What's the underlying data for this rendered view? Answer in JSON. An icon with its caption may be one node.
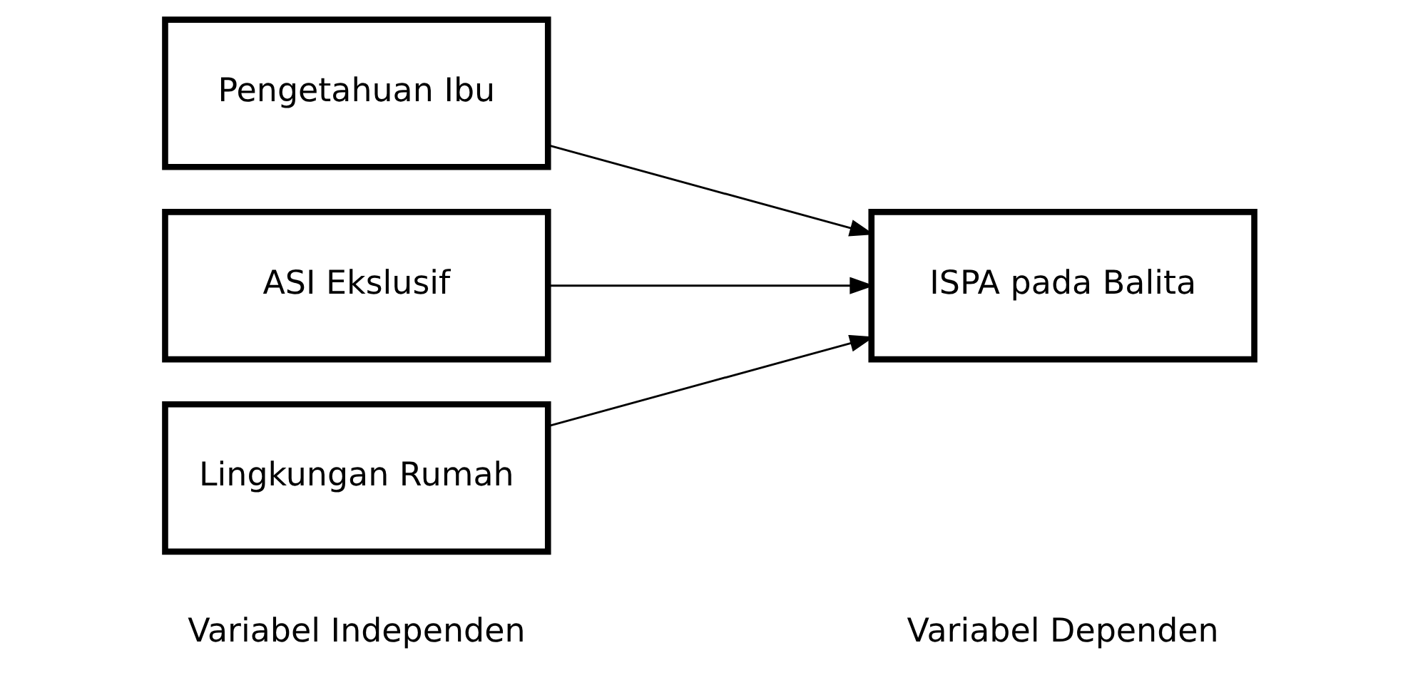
{
  "diagram": {
    "nodes": [
      {
        "text": [
          "Pengetahuan Ibu"
        ]
      },
      {
        "text": [
          "ASI Ekslusif"
        ]
      },
      {
        "text": [
          "Lingkungan Rumah"
        ]
      },
      {
        "text": [
          "ISPA pada Balita"
        ]
      }
    ],
    "edges": [
      {
        "from": 0,
        "to": 3,
        "arrow": "to"
      },
      {
        "from": 1,
        "to": 3,
        "arrow": "to"
      },
      {
        "from": 2,
        "to": 3,
        "arrow": "to"
      }
    ],
    "labels": [
      "Variabel Independen",
      "Variabel Dependen"
    ]
  }
}
